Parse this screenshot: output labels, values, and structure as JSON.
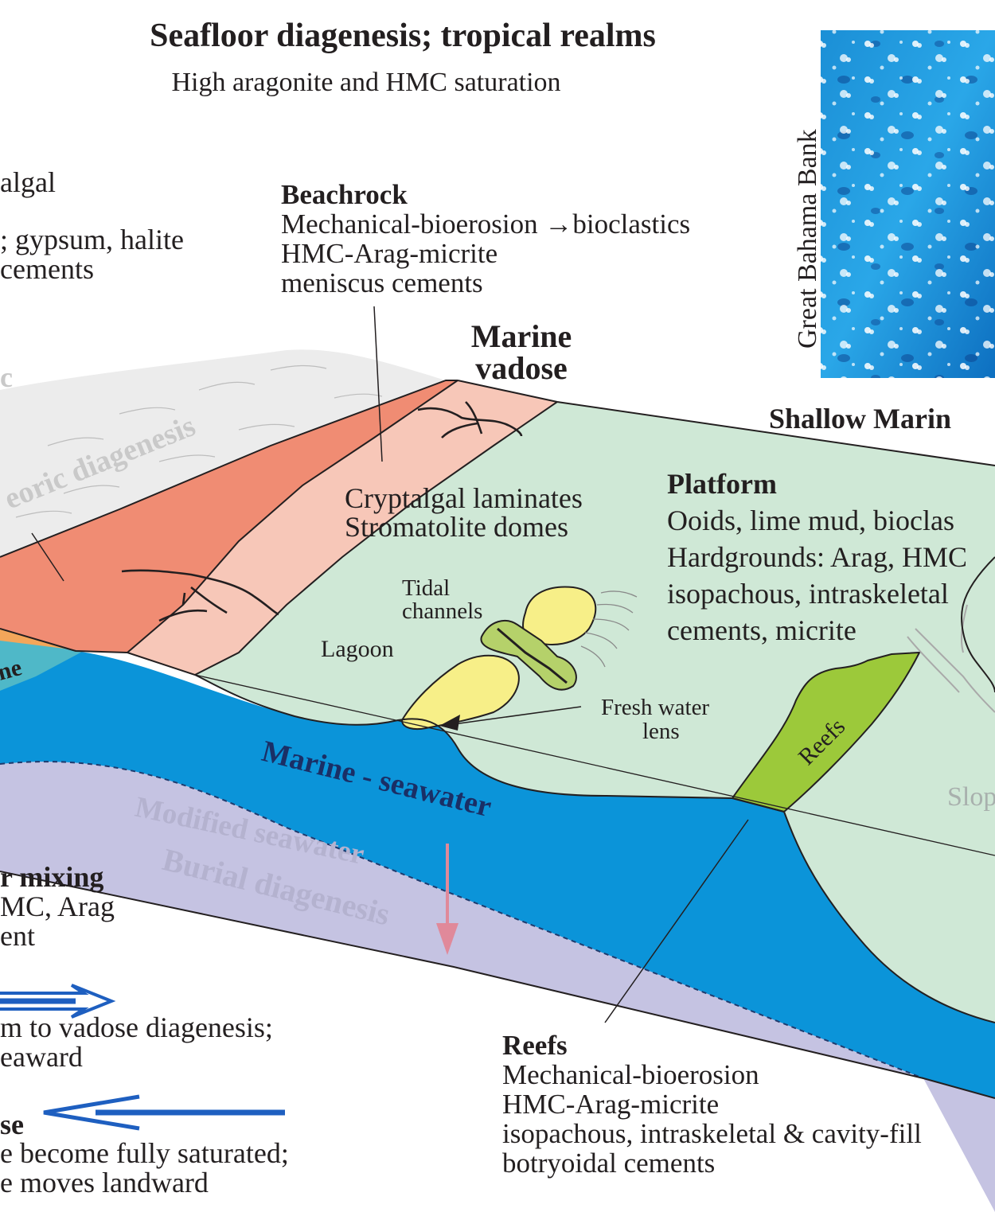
{
  "title": "Seafloor diagenesis; tropical realms",
  "subtitle": "High aragonite and HMC saturation",
  "photo_label": "Great Bahama Bank",
  "header_shallow_marine": "Shallow Marin",
  "top_left": {
    "line1": "algal",
    "line2": "; gypsum, halite",
    "line3": "cements"
  },
  "beachrock": {
    "heading": "Beachrock",
    "line1": "Mechanical-bioerosion →bioclastics",
    "line2": "HMC-Arag-micrite",
    "line3": "meniscus cements"
  },
  "marine_vadose": {
    "line1": "Marine",
    "line2": "vadose"
  },
  "meteoric_diagenesis": "eoric diagenesis",
  "meteoric_c": "c",
  "cryptalgal": {
    "line1": "Cryptalgal laminates",
    "line2": "Stromatolite domes"
  },
  "platform": {
    "heading": "Platform",
    "line1": "Ooids, lime mud, bioclas",
    "line2": "Hardgrounds: Arag, HMC",
    "line3": "isopachous, intraskeletal",
    "line4": "cements, micrite"
  },
  "tidal_channels": {
    "line1": "Tidal",
    "line2": "channels"
  },
  "lagoon": "Lagoon",
  "fresh_water_lens": {
    "line1": "Fresh water",
    "line2": "lens"
  },
  "zone_ne": "ne",
  "reefs_zone": "Reefs",
  "slope": "Slop",
  "marine_seawater": "Marine - seawater",
  "modified_seawater": "Modified seawater",
  "burial_diagenesis": "Burial diagenesis",
  "mixing": {
    "line1": "r mixing",
    "line2": "MC, Arag",
    "line3": "ent"
  },
  "regression": {
    "line1": "m to vadose diagenesis;",
    "line2": "eaward"
  },
  "transgression": {
    "line1": "se",
    "line2": "e become fully saturated;",
    "line3": "e moves landward"
  },
  "reefs": {
    "heading": "Reefs",
    "line1": "Mechanical-bioerosion",
    "line2": "HMC-Arag-micrite",
    "line3": "isopachous, intraskeletal & cavity-fill",
    "line4": "botryoidal cements"
  },
  "colors": {
    "platform": "#cfe8d6",
    "marine": "#0b94d9",
    "burial": "#c5c3e2",
    "beach": "#f7c7b8",
    "supratidal": "#f08c73",
    "meteoric": "#ececec",
    "reef": "#9cc93a",
    "shoal": "#f7ef88",
    "arrow": "#1e5fc0",
    "burial_arrow": "#e0899a"
  }
}
